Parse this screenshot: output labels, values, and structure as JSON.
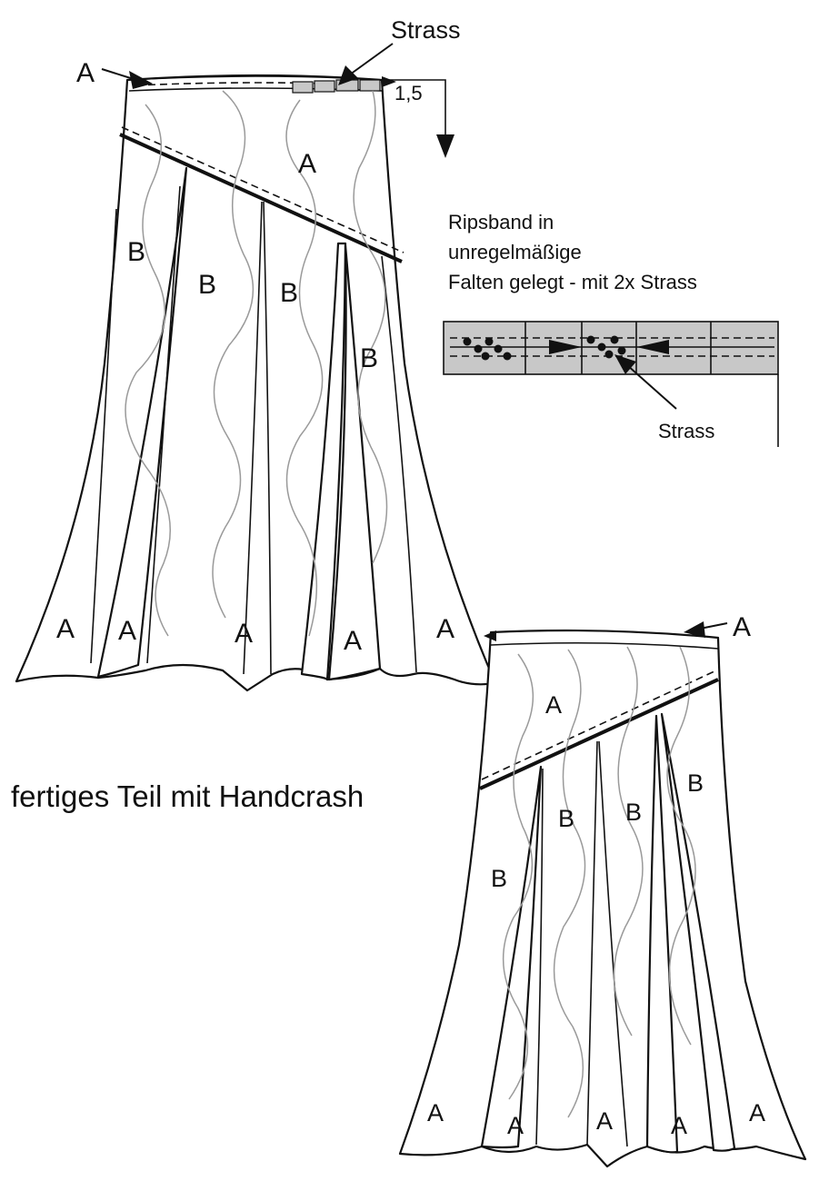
{
  "labels": {
    "strass_top": "Strass",
    "strass_detail": "Strass",
    "measure": "1,5",
    "ribbon_line1": "Ripsband in",
    "ribbon_line2": "unregelmäßige",
    "ribbon_line3": "Falten gelegt - mit 2x Strass",
    "caption": "fertiges Teil mit Handcrash",
    "A": "A",
    "B": "B"
  },
  "colors": {
    "line": "#111111",
    "ribbon_fill": "#c8c8c8",
    "handcrash": "#9a9a9a"
  }
}
